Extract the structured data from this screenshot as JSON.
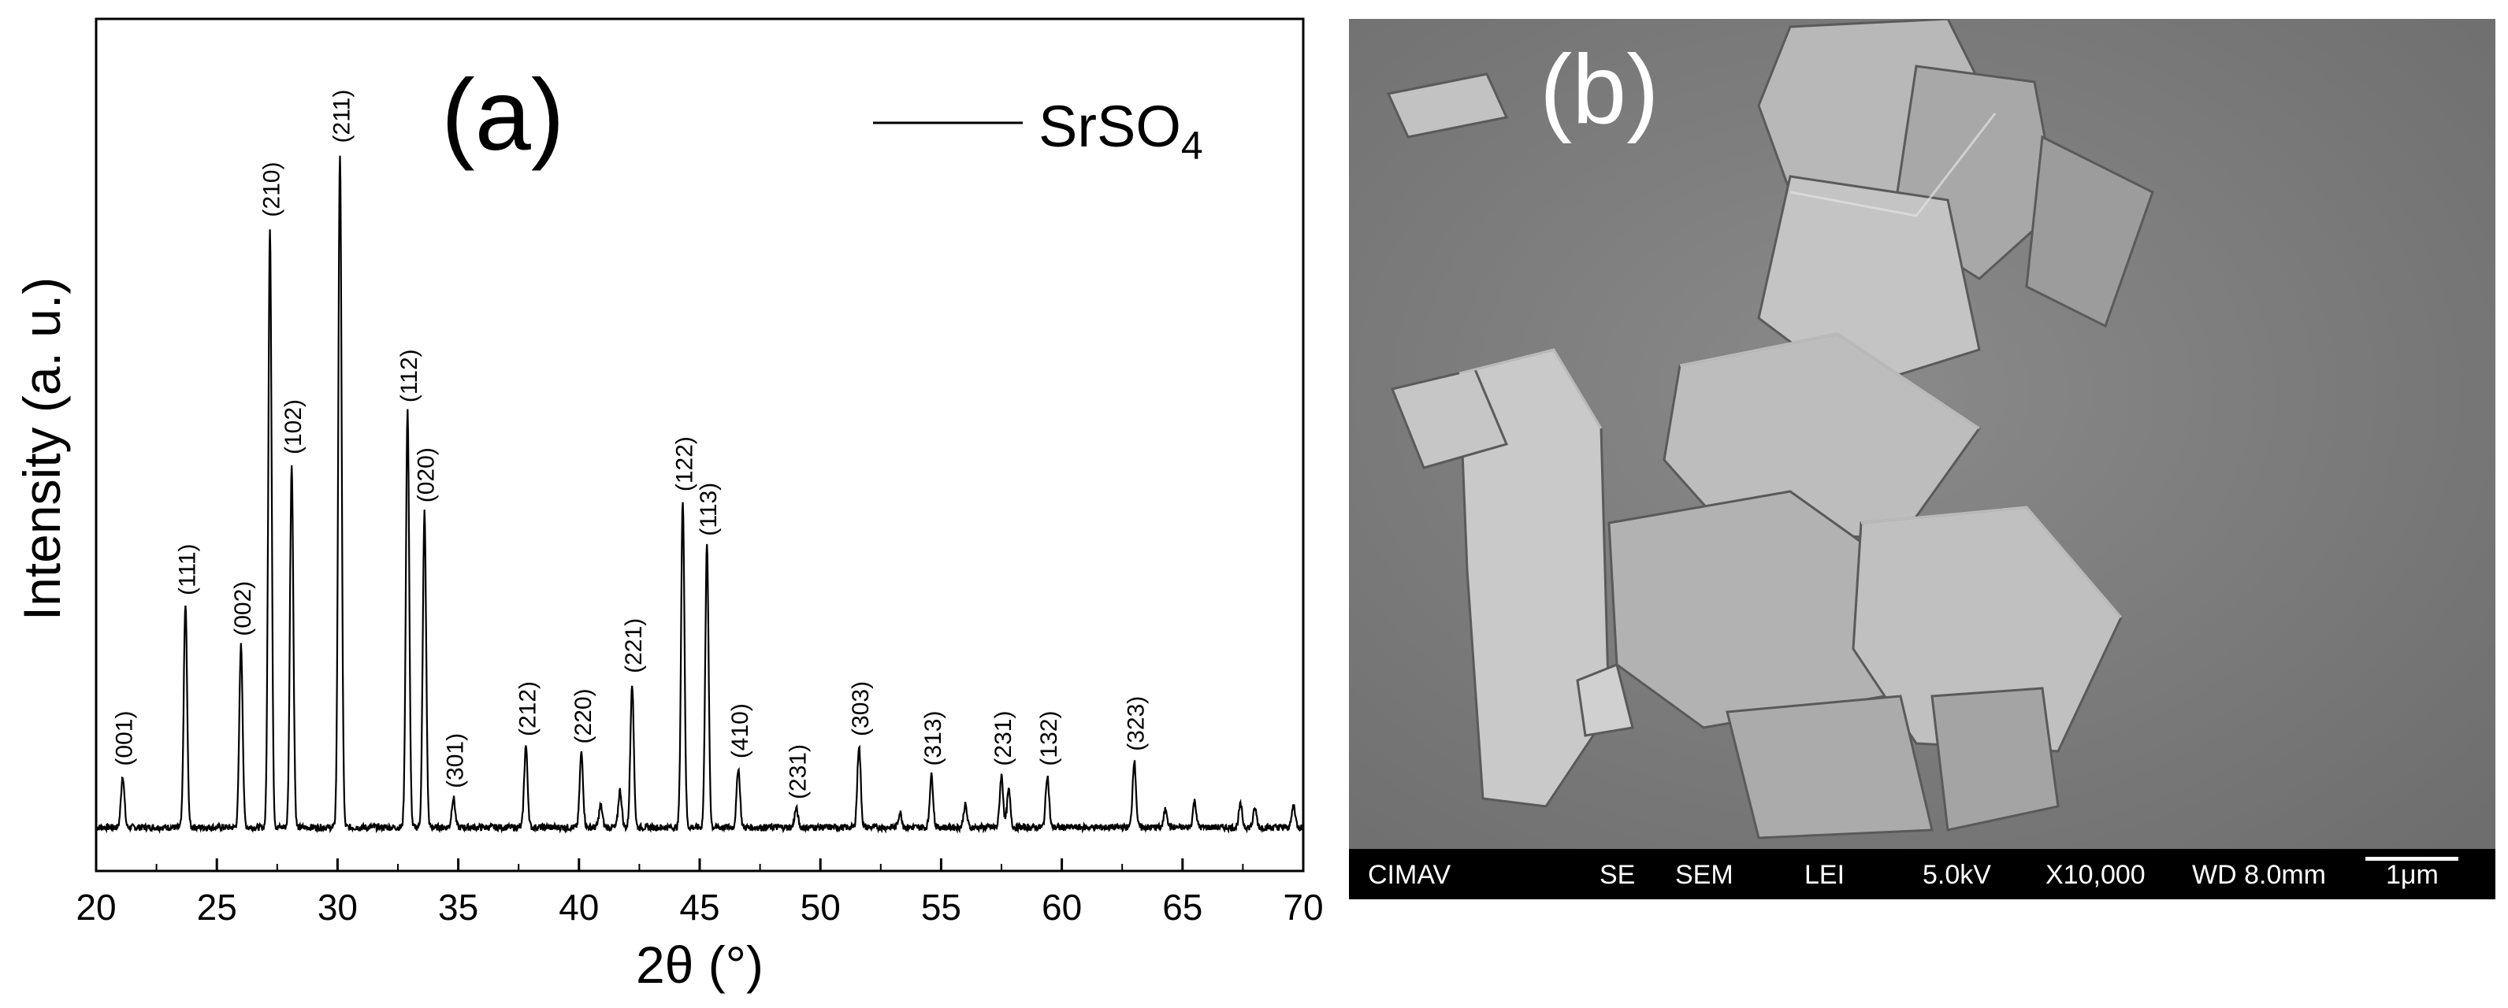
{
  "chart_data": {
    "type": "line",
    "panel_label": "(a)",
    "xlabel": "2θ (°)",
    "ylabel": "Intensity (a. u.)",
    "xlim": [
      20,
      70
    ],
    "ylim": [
      0,
      100
    ],
    "xticks": [
      20,
      25,
      30,
      35,
      40,
      45,
      50,
      55,
      60,
      65,
      70
    ],
    "grid": false,
    "legend_position": "top-right",
    "series": [
      {
        "name": "SrSO4",
        "color": "#000000",
        "peaks": [
          [
            21.1,
            7
          ],
          [
            23.7,
            30
          ],
          [
            26.0,
            24.5
          ],
          [
            27.2,
            81
          ],
          [
            28.1,
            49
          ],
          [
            30.1,
            91
          ],
          [
            32.9,
            56
          ],
          [
            33.6,
            42.5
          ],
          [
            34.8,
            4
          ],
          [
            37.8,
            11
          ],
          [
            40.1,
            10
          ],
          [
            40.9,
            3
          ],
          [
            41.7,
            5
          ],
          [
            42.2,
            19.5
          ],
          [
            44.3,
            44
          ],
          [
            45.3,
            38
          ],
          [
            46.6,
            8
          ],
          [
            49.0,
            2.5
          ],
          [
            51.6,
            11
          ],
          [
            53.3,
            2
          ],
          [
            54.6,
            7
          ],
          [
            56.0,
            3
          ],
          [
            57.5,
            7
          ],
          [
            57.8,
            5
          ],
          [
            59.4,
            7
          ],
          [
            63.0,
            9
          ],
          [
            64.3,
            2.5
          ],
          [
            65.5,
            3.5
          ],
          [
            67.4,
            3
          ],
          [
            68.0,
            2.5
          ],
          [
            69.6,
            3
          ]
        ]
      }
    ],
    "annotations": [
      {
        "text": "(001)",
        "x": 21.1,
        "y": 7
      },
      {
        "text": "(111)",
        "x": 23.7,
        "y": 30
      },
      {
        "text": "(002)",
        "x": 26.0,
        "y": 24.5
      },
      {
        "text": "(210)",
        "x": 27.2,
        "y": 81
      },
      {
        "text": "(102)",
        "x": 28.1,
        "y": 49
      },
      {
        "text": "(211)",
        "x": 30.1,
        "y": 91
      },
      {
        "text": "(112)",
        "x": 32.9,
        "y": 56
      },
      {
        "text": "(020)",
        "x": 33.6,
        "y": 42.5
      },
      {
        "text": "(301)",
        "x": 34.8,
        "y": 4
      },
      {
        "text": "(212)",
        "x": 37.8,
        "y": 11
      },
      {
        "text": "(220)",
        "x": 40.1,
        "y": 10
      },
      {
        "text": "(221)",
        "x": 42.2,
        "y": 19.5
      },
      {
        "text": "(122)",
        "x": 44.3,
        "y": 44
      },
      {
        "text": "(113)",
        "x": 45.3,
        "y": 38
      },
      {
        "text": "(410)",
        "x": 46.6,
        "y": 8
      },
      {
        "text": "(231)",
        "x": 49.0,
        "y": 2.5
      },
      {
        "text": "(303)",
        "x": 51.6,
        "y": 11
      },
      {
        "text": "(313)",
        "x": 54.6,
        "y": 7
      },
      {
        "text": "(231)",
        "x": 57.5,
        "y": 7
      },
      {
        "text": "(132)",
        "x": 59.4,
        "y": 7
      },
      {
        "text": "(323)",
        "x": 63.0,
        "y": 9
      }
    ],
    "legend_entry": {
      "prefix": "SrSO",
      "subscript": "4"
    }
  },
  "sem_image": {
    "panel_label": "(b)",
    "info_bar": {
      "institution": "CIMAV",
      "detector": "SE",
      "mode": "SEM",
      "lens": "LEI",
      "voltage": "5.0kV",
      "magnification": "X10,000",
      "working_distance": "WD 8.0mm",
      "scale_label": "1μm"
    },
    "colors": {
      "background": "#808080",
      "bar": "#000000",
      "text": "#ffffff",
      "crystal": "#b4b4b4"
    }
  }
}
